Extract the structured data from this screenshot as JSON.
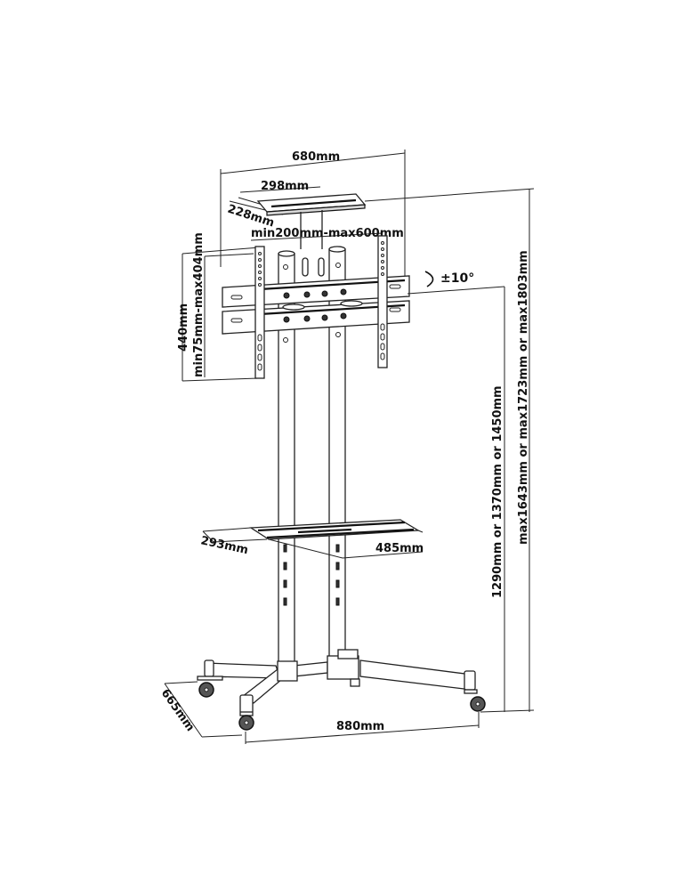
{
  "diagram": {
    "subject": "Mobile TV stand dimension drawing",
    "labels": {
      "overall_width": "680mm",
      "tray_width": "298mm",
      "tray_depth": "228mm",
      "vesa_horizontal": "min200mm-max600mm",
      "bracket_height": "440mm",
      "vesa_vertical": "min75mm-max404mm",
      "tilt": "±10°",
      "center_height": "1290mm or 1370mm or 1450mm",
      "max_height": "max1643mm or max1723mm or max1803mm",
      "shelf_depth": "293mm",
      "shelf_width": "485mm",
      "base_depth": "665mm",
      "base_width": "880mm"
    },
    "icons": {
      "tilt": "tilt-arrow-icon"
    },
    "colors": {
      "line": "#222222",
      "background": "#ffffff",
      "metal_fill": "#d8d8d8",
      "wheel": "#555555"
    }
  }
}
